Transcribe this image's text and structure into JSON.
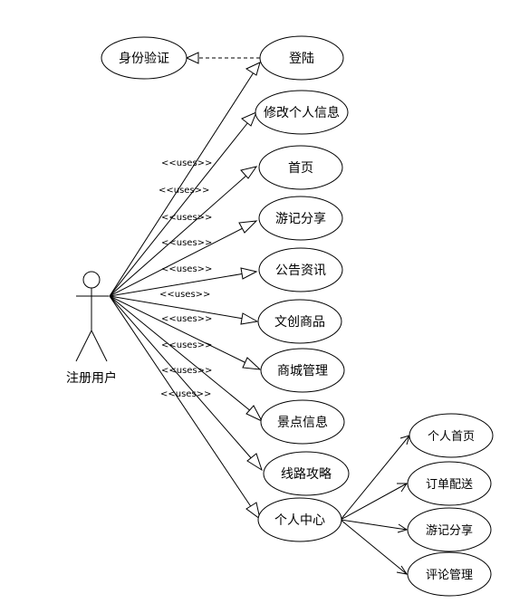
{
  "actor": {
    "label": "注册用户"
  },
  "auth": {
    "label": "身份验证"
  },
  "use_cases": [
    {
      "id": "login",
      "label": "登陆"
    },
    {
      "id": "edit-profile",
      "label": "修改个人信息"
    },
    {
      "id": "home",
      "label": "首页"
    },
    {
      "id": "travel-share",
      "label": "游记分享"
    },
    {
      "id": "announcements",
      "label": "公告资讯"
    },
    {
      "id": "cultural-products",
      "label": "文创商品"
    },
    {
      "id": "mall-management",
      "label": "商城管理"
    },
    {
      "id": "attraction-info",
      "label": "景点信息"
    },
    {
      "id": "route-guide",
      "label": "线路攻略"
    },
    {
      "id": "personal-center",
      "label": "个人中心"
    }
  ],
  "personal_center_items": [
    {
      "id": "personal-home",
      "label": "个人首页"
    },
    {
      "id": "order-delivery",
      "label": "订单配送"
    },
    {
      "id": "travel-share-2",
      "label": "游记分享"
    },
    {
      "id": "comment-management",
      "label": "评论管理"
    }
  ],
  "uses_label": "<<uses>>",
  "uses_count": 10
}
